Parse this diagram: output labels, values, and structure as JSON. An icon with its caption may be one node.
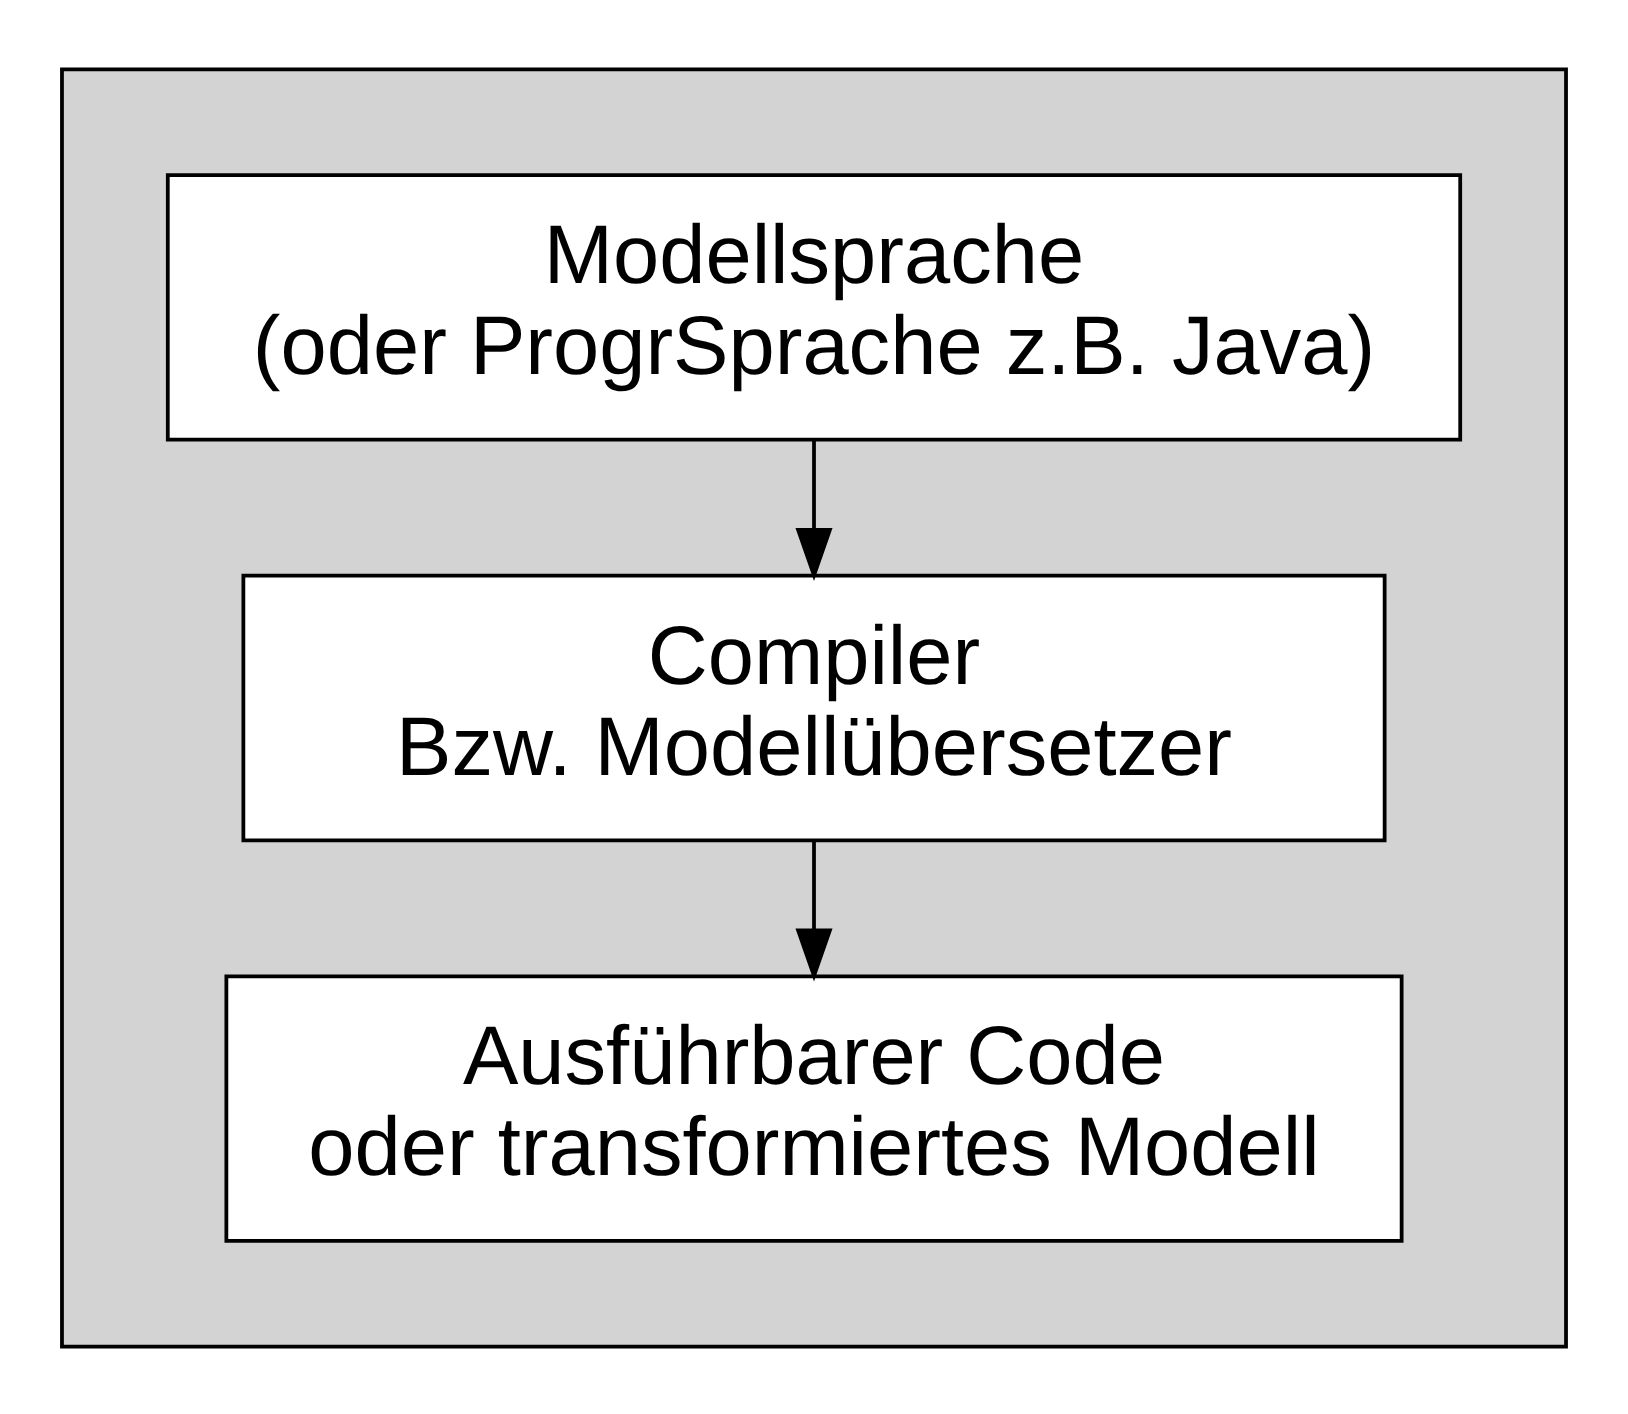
{
  "diagram": {
    "nodes": [
      {
        "text": [],
        "shape": "box"
      },
      {
        "text": [
          "Modellsprache (oder ProgrSprache z.B. Java)"
        ],
        "in": 0
      },
      {
        "text": [
          "Compiler Bzw. Modellübersetzer"
        ],
        "in": 0
      },
      {
        "text": [
          "Ausführbarer Code oder transformiertes Modell"
        ],
        "in": 0
      }
    ],
    "edges": [
      {
        "from": 1,
        "to": 2,
        "arrow": "to"
      },
      {
        "from": 2,
        "to": 3,
        "arrow": "to"
      }
    ]
  }
}
